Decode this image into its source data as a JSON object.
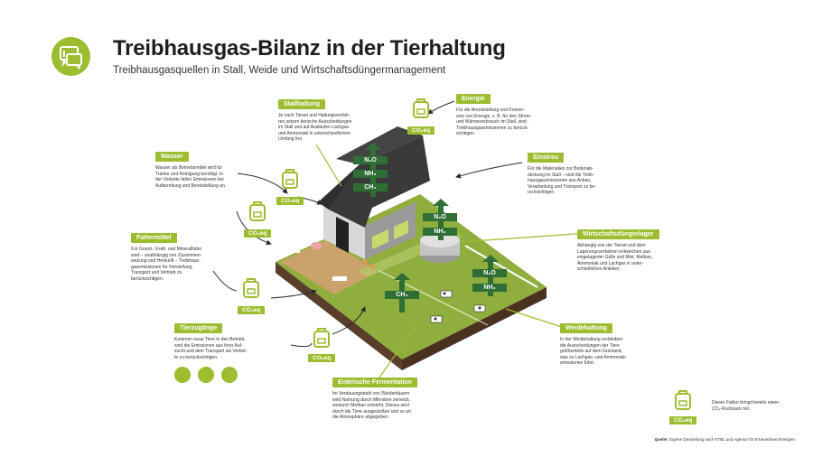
{
  "header": {
    "title": "Treibhausgas-Bilanz in der Tierhaltung",
    "subtitle": "Treibhausgasquellen in Stall, Weide und Wirtschaftsdüngermanagement"
  },
  "co2_label": "CO₂eq",
  "gases": {
    "n2o": "N₂O",
    "nh3": "NH₃",
    "ch4": "CH₄"
  },
  "sections": {
    "stallhaltung": {
      "title": "Stallhaltung",
      "text": [
        "Je nach Tierart und Haltungsverfah-",
        "ren setzen tierische Ausscheidungen",
        "im Stall und auf Ausläufen Lachgas",
        "und Ammoniak in unterschiedlichem",
        "Umfang frei."
      ]
    },
    "energie": {
      "title": "Energie",
      "text": [
        "Für die Bereitstellung und Konver-",
        "sion von Energie, z. B. für den Strom-",
        "und Wärmeverbrauch im Stall, sind",
        "Treibhausgasemissionen zu berück-",
        "sichtigen."
      ]
    },
    "wasser": {
      "title": "Wasser",
      "text": [
        "Wasser als Betriebsmittel wird für",
        "Tränke und Reinigung benötigt. In",
        "der Vorkette fallen Emissionen bei",
        "Aufbereitung und Bereitstellung an."
      ]
    },
    "einstreu": {
      "title": "Einstreu",
      "text": [
        "Für die Materialien zur Bodenab-",
        "deckung im Stall – sind die Treib-",
        "hausgasemissionen aus Anbau,",
        "Verarbeitung und Transport zu be-",
        "rücksichtigen."
      ]
    },
    "futtermittel": {
      "title": "Futtermittel",
      "text": [
        "Für Grund-, Kraft- und Mineralfutter",
        "sind – unabhängig von Zusammen-",
        "setzung und Herkunft – Treibhaus-",
        "gasemissionen für Herstellung,",
        "Transport und Vertrieb zu",
        "berücksichtigen."
      ]
    },
    "wirtschaftsduenger": {
      "title": "Wirtschaftsdüngerlager",
      "text": [
        "Abhängig von der Tierart und dem",
        "Lagerungsverfahren entweichen aus",
        "eingelagerter Gülle und Mist, Methan,",
        "Ammoniak und Lachgas in unter-",
        "schiedlichen Anteilen."
      ]
    },
    "tierzugaenge": {
      "title": "Tierzugänge",
      "text": [
        "Kommen neue Tiere in den Betrieb,",
        "sind die Emissionen aus ihrer Auf-",
        "zucht und dem Transport als Vorket-",
        "te zu berücksichtigen."
      ]
    },
    "weidehaltung": {
      "title": "Weidehaltung",
      "text": [
        "In der Weidehaltung verbleiben",
        "die Ausscheidungen der Tiere",
        "größtenteils auf dem Grünland,",
        "was zu Lachgas- und Ammoniak-",
        "emissionen führt."
      ]
    },
    "fermentation": {
      "title": "Enterische Fermentation",
      "text": [
        "Im Verdauungstrakt von Wiederkäuern",
        "wird Nahrung durch Mikroben zersetzt,",
        "wodurch Methan entsteht. Dieses wird",
        "durch die Tiere ausgestoßen und so an",
        "die Atmosphäre abgegeben."
      ]
    }
  },
  "note": [
    "Dieser Faktor bringt bereits einen",
    "CO₂-Rucksack mit."
  ],
  "source": {
    "label": "Quelle:",
    "text": "Eigene Darstellung nach KTBL und Agentur für Erneuerbare Energien"
  },
  "colors": {
    "accent": "#9bbd2f",
    "dark_green": "#2f6e35",
    "field": "#8fae3e",
    "soil": "#6b4a33"
  }
}
